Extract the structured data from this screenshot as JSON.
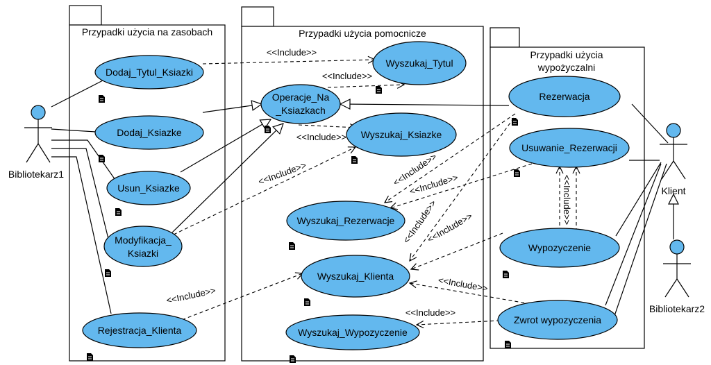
{
  "colors": {
    "usecase_fill": "#63B8EE",
    "stroke": "#000000",
    "background": "#FFFFFF"
  },
  "packages": {
    "zasoby": {
      "title": "Przypadki użycia na zasobach"
    },
    "pomocnicze": {
      "title": "Przypadki użycia pomocnicze"
    },
    "wypozyczalnia": {
      "title_line1": "Przypadki użycia",
      "title_line2": "wypożyczalni"
    }
  },
  "actors": {
    "bibliotekarz1": "Bibliotekarz1",
    "klient": "Klient",
    "bibliotekarz2": "Bibliotekarz2"
  },
  "use_cases": {
    "dodaj_tytul_ksiazki": "Dodaj_Tytul_Ksiazki",
    "dodaj_ksiazke": "Dodaj_Ksiazke",
    "usun_ksiazke": "Usun_Ksiazke",
    "modyfikacja_ksiazki_line1": "Modyfikacja_",
    "modyfikacja_ksiazki_line2": "Ksiazki",
    "rejestracja_klienta": "Rejestracja_Klienta",
    "wyszukaj_tytul": "Wyszukaj_Tytul",
    "operacje_na_ksiazkach_line1": "Operacje_Na",
    "operacje_na_ksiazkach_line2": "_Ksiazkach",
    "wyszukaj_ksiazke": "Wyszukaj_Ksiazke",
    "wyszukaj_rezerwacje": "Wyszukaj_Rezerwacje",
    "wyszukaj_klienta": "Wyszukaj_Klienta",
    "wyszukaj_wypozyczenie": "Wyszukaj_Wypozyczenie",
    "rezerwacja": "Rezerwacja",
    "usuwanie_rezerwacji": "Usuwanie_Rezerwacji",
    "wypozyczenie": "Wypozyczenie",
    "zwrot_wypozyczenia": "Zwrot wypozyczenia"
  },
  "relations": {
    "include": "<<Include>>"
  }
}
